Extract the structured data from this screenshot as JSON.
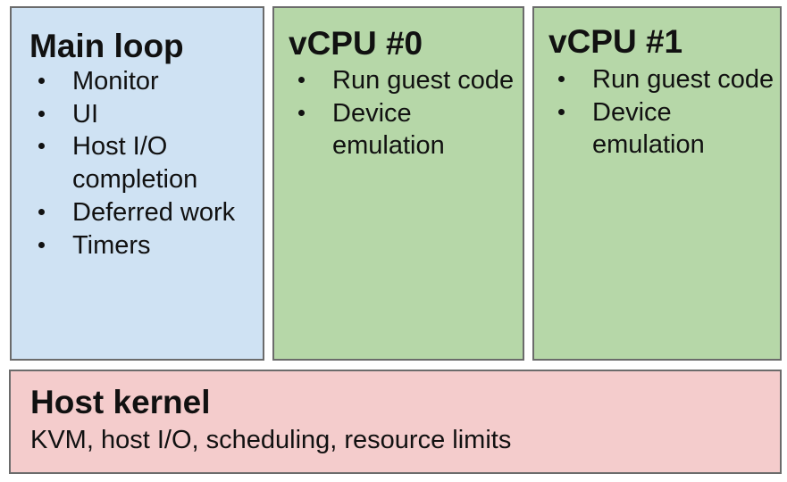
{
  "colors": {
    "main_loop_fill": "#cfe2f3",
    "vcpu_fill": "#b6d7a8",
    "host_fill": "#f4cccc",
    "border": "#6b6b6b"
  },
  "main_loop": {
    "title": "Main loop",
    "items": [
      "Monitor",
      "UI",
      "Host I/O completion",
      "Deferred work",
      "Timers"
    ]
  },
  "vcpu0": {
    "title": "vCPU #0",
    "items": [
      "Run guest code",
      "Device emulation"
    ]
  },
  "vcpu1": {
    "title": "vCPU #1",
    "items": [
      "Run guest code",
      "Device emulation"
    ]
  },
  "host_kernel": {
    "title": "Host kernel",
    "subtitle": "KVM, host I/O, scheduling, resource limits"
  }
}
